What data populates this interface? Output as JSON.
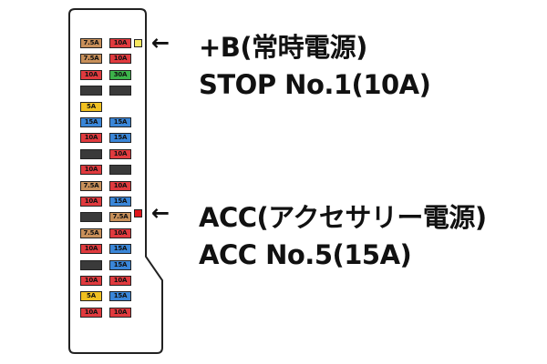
{
  "colors": {
    "7.5A": "#c8905a",
    "10A": "#e03a3e",
    "15A": "#3a86d8",
    "30A": "#3cb34a",
    "5A": "#f0c020",
    "empty": "#3a3a3a",
    "stop_marker": "#f7e860",
    "acc_marker": "#e0161b"
  },
  "fuse_rows": [
    [
      "7.5A",
      "10A"
    ],
    [
      "7.5A",
      "10A"
    ],
    [
      "10A",
      "30A"
    ],
    [
      "",
      ""
    ],
    [
      "5A",
      null
    ],
    [
      "15A",
      "15A"
    ],
    [
      "10A",
      "15A"
    ],
    [
      "",
      "10A"
    ],
    [
      "10A",
      ""
    ],
    [
      "7.5A",
      "10A"
    ],
    [
      "10A",
      "15A"
    ],
    [
      "",
      "7.5A"
    ],
    [
      "7.5A",
      "10A"
    ],
    [
      "10A",
      "15A"
    ],
    [
      "",
      "15A"
    ],
    [
      "10A",
      "10A"
    ],
    [
      "5A",
      "15A"
    ],
    [
      "10A",
      "10A"
    ]
  ],
  "annotations": {
    "stop": {
      "arrow": "←",
      "line1": "+B(常時電源)",
      "line2": "STOP No.1(10A)"
    },
    "acc": {
      "arrow": "←",
      "line1": "ACC(アクセサリー電源)",
      "line2": "ACC No.5(15A)"
    }
  }
}
